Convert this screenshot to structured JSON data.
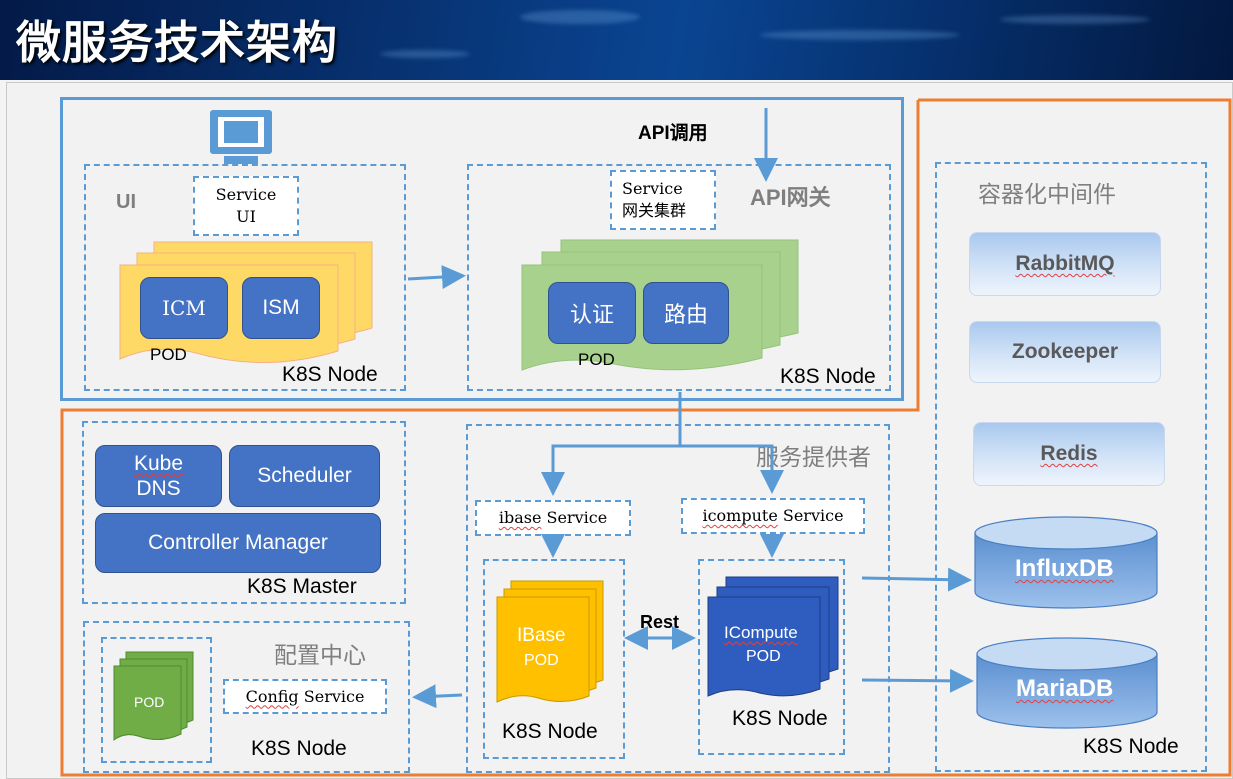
{
  "header": {
    "title": "微服务技术架构"
  },
  "top_node": {
    "api_call_label": "API调用",
    "ui_box": {
      "label": "UI",
      "service": [
        "Service",
        "UI"
      ],
      "pod_label": "POD",
      "modules": [
        "ICM",
        "ISM"
      ],
      "node_label": "K8S Node"
    },
    "gateway_box": {
      "label": "API网关",
      "service": [
        "Service",
        "网关集群"
      ],
      "pod_label": "POD",
      "modules": [
        "认证",
        "路由"
      ],
      "node_label": "K8S Node"
    }
  },
  "master_box": {
    "buttons": [
      "Kube DNS",
      "Scheduler",
      "Controller Manager"
    ],
    "kube": "Kube",
    "dns": "DNS",
    "node_label": "K8S Master"
  },
  "config_box": {
    "label": "配置中心",
    "pod_label": "POD",
    "service": "Config Service",
    "service_word": "Config",
    "service_rest": " Service",
    "node_label": "K8S Node"
  },
  "provider_box": {
    "label": "服务提供者",
    "ibase_service": "ibase Service",
    "ibase_word": "ibase",
    "ibase_rest": " Service",
    "icompute_service": "icompute Service",
    "icompute_word": "icompute",
    "icompute_rest": " Service",
    "rest_label": "Rest",
    "ibase_pod": [
      "IBase",
      "POD"
    ],
    "icompute_pod": [
      "ICompute",
      "POD"
    ],
    "ibase_node_label": "K8S Node",
    "icompute_node_label": "K8S Node"
  },
  "middleware_box": {
    "label": "容器化中间件",
    "items": [
      "RabbitMQ",
      "Zookeeper",
      "Redis"
    ],
    "databases": [
      "InfluxDB",
      "MariaDB"
    ],
    "node_label": "K8S Node"
  },
  "colors": {
    "blue_border": "#5b9bd5",
    "orange_border": "#ed7d31",
    "module_blue": "#4472c4",
    "pod_yellow": "#ffd966",
    "pod_green": "#a9d18e",
    "pod_dark_green": "#70ad47",
    "ibase_gold": "#ffc000"
  }
}
